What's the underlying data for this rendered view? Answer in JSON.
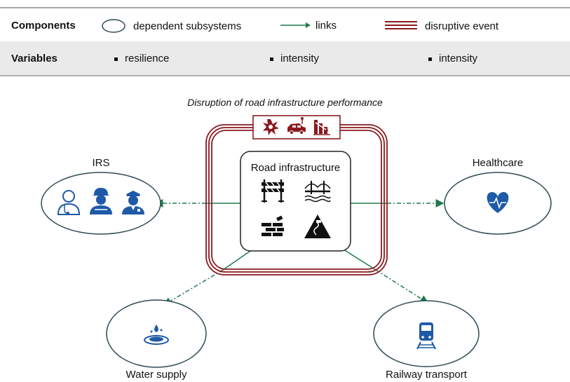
{
  "legend": {
    "components_label": "Components",
    "dependent_label": "dependent subsystems",
    "links_label": "links",
    "disruptive_label": "disruptive event",
    "variables_label": "Variables",
    "var1": "resilience",
    "var2": "intensity",
    "var3": "intensity"
  },
  "diagram": {
    "caption": "Disruption of road infrastructure performance",
    "center": {
      "title": "Road infrastructure",
      "icons": [
        "roadblock-icon",
        "bridge-icon",
        "brick-wall-icon",
        "slippery-road-sign-icon"
      ],
      "event_icons": [
        "explosion-icon",
        "car-crash-icon",
        "declining-chart-icon"
      ]
    },
    "nodes": {
      "irs": {
        "label": "IRS",
        "icons": [
          "doctor-icon",
          "firefighter-icon",
          "police-icon"
        ]
      },
      "healthcare": {
        "label": "Healthcare",
        "icon": "heart-pulse-icon"
      },
      "water": {
        "label": "Water supply",
        "icon": "water-drop-icon"
      },
      "railway": {
        "label": "Railway transport",
        "icon": "train-icon"
      }
    }
  },
  "colors": {
    "link_green": "#1f7a4c",
    "disruption_red": "#8b1a1f",
    "icon_blue": "#1e5aa8",
    "ellipse_stroke": "#2e4b55"
  }
}
